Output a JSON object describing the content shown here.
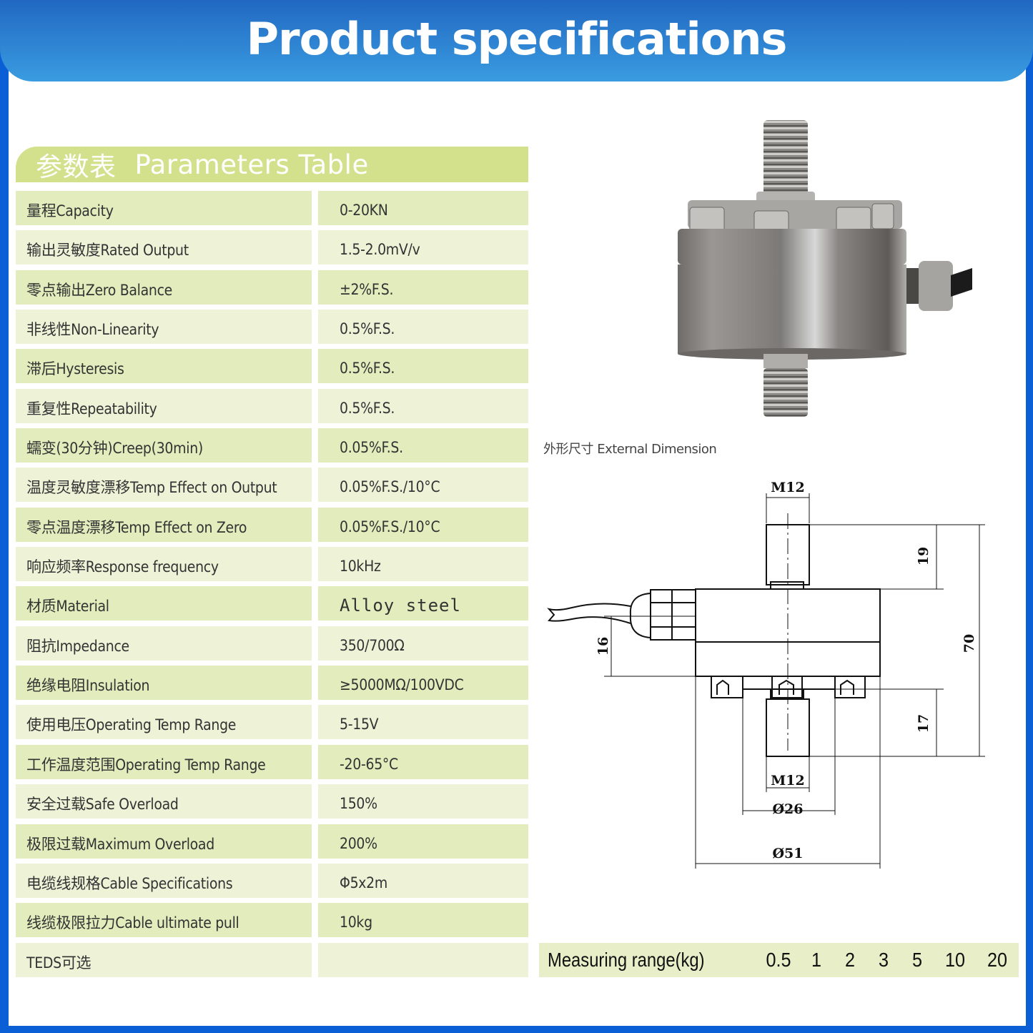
{
  "header": {
    "title": "Product specifications"
  },
  "params_table": {
    "title_cn": "参数表",
    "title_en": "Parameters Table",
    "rows": [
      {
        "label": "量程Capacity",
        "value": "0-20KN"
      },
      {
        "label": "输出灵敏度Rated Output",
        "value": "1.5-2.0mV/v"
      },
      {
        "label": "零点输出Zero Balance",
        "value": "±2%F.S."
      },
      {
        "label": "非线性Non-Linearity",
        "value": "0.5%F.S."
      },
      {
        "label": "滞后Hysteresis",
        "value": "0.5%F.S."
      },
      {
        "label": "重复性Repeatability",
        "value": "0.5%F.S."
      },
      {
        "label": "蠕变(30分钟)Creep(30min)",
        "value": "0.05%F.S."
      },
      {
        "label": "温度灵敏度漂移Temp Effect on Output",
        "value": "0.05%F.S./10°C"
      },
      {
        "label": "零点温度漂移Temp Effect on Zero",
        "value": "0.05%F.S./10°C"
      },
      {
        "label": "响应频率Response frequency",
        "value": "10kHz"
      },
      {
        "label": "材质Material",
        "value": "Alloy steel"
      },
      {
        "label": "阻抗Impedance",
        "value": "350/700Ω"
      },
      {
        "label": "绝缘电阻Insulation",
        "value": "≥5000MΩ/100VDC"
      },
      {
        "label": "使用电压Operating Temp Range",
        "value": "5-15V"
      },
      {
        "label": "工作温度范围Operating Temp Range",
        "value": "-20-65°C"
      },
      {
        "label": "安全过载Safe Overload",
        "value": "150%"
      },
      {
        "label": "极限过载Maximum Overload",
        "value": "200%"
      },
      {
        "label": "电缆线规格Cable Specifications",
        "value": "Φ5x2m"
      },
      {
        "label": "线缆极限拉力Cable ultimate pull",
        "value": "10kg"
      },
      {
        "label": "TEDS可选",
        "value": ""
      }
    ]
  },
  "dimension": {
    "label": "外形尺寸 External Dimension",
    "top_thread": "M12",
    "bottom_thread": "M12",
    "top_stud_length": "19",
    "bottom_stud_length": "17",
    "total_height": "70",
    "cable_height": "16",
    "inner_diameter": "Ø26",
    "outer_diameter": "Ø51"
  },
  "measuring_range": {
    "label": "Measuring range(kg)",
    "values": [
      "0.5",
      "1",
      "2",
      "3",
      "5",
      "10",
      "20"
    ]
  },
  "colors": {
    "frame_blue": "#0a5fd6",
    "header_gradient_top": "#2168c2",
    "header_gradient_bottom": "#3a9ce0",
    "table_title_green": "#d3e08c",
    "row_dark": "#e3ecbd",
    "row_light": "#eef3d8"
  }
}
